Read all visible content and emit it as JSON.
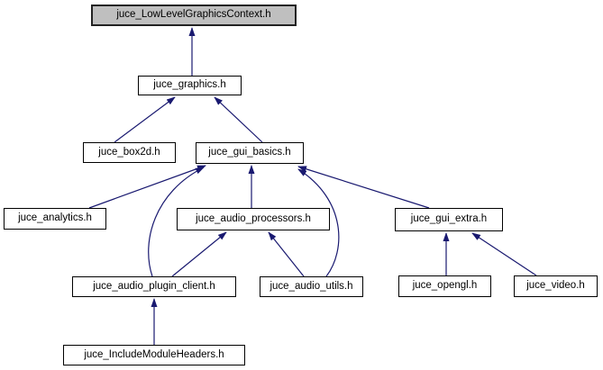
{
  "graph": {
    "type": "include-dependency-graph",
    "background_color": "#ffffff",
    "edge_color": "#191970",
    "node_fill": "#ffffff",
    "node_border_color": "#000000",
    "highlight_node_fill": "#bfbfbf",
    "nodes": [
      {
        "label": "juce_LowLevelGraphicsContext.h",
        "highlight": true
      },
      {
        "label": "juce_graphics.h",
        "highlight": false
      },
      {
        "label": "juce_box2d.h",
        "highlight": false
      },
      {
        "label": "juce_gui_basics.h",
        "highlight": false
      },
      {
        "label": "juce_analytics.h",
        "highlight": false
      },
      {
        "label": "juce_audio_processors.h",
        "highlight": false
      },
      {
        "label": "juce_gui_extra.h",
        "highlight": false
      },
      {
        "label": "juce_audio_plugin_client.h",
        "highlight": false
      },
      {
        "label": "juce_audio_utils.h",
        "highlight": false
      },
      {
        "label": "juce_opengl.h",
        "highlight": false
      },
      {
        "label": "juce_video.h",
        "highlight": false
      },
      {
        "label": "juce_IncludeModuleHeaders.h",
        "highlight": false
      }
    ],
    "edges": [
      {
        "from": "juce_graphics.h",
        "to": "juce_LowLevelGraphicsContext.h"
      },
      {
        "from": "juce_box2d.h",
        "to": "juce_graphics.h"
      },
      {
        "from": "juce_gui_basics.h",
        "to": "juce_graphics.h"
      },
      {
        "from": "juce_analytics.h",
        "to": "juce_gui_basics.h"
      },
      {
        "from": "juce_audio_processors.h",
        "to": "juce_gui_basics.h"
      },
      {
        "from": "juce_gui_extra.h",
        "to": "juce_gui_basics.h"
      },
      {
        "from": "juce_audio_plugin_client.h",
        "to": "juce_gui_basics.h"
      },
      {
        "from": "juce_audio_utils.h",
        "to": "juce_gui_basics.h"
      },
      {
        "from": "juce_audio_plugin_client.h",
        "to": "juce_audio_processors.h"
      },
      {
        "from": "juce_audio_utils.h",
        "to": "juce_audio_processors.h"
      },
      {
        "from": "juce_opengl.h",
        "to": "juce_gui_extra.h"
      },
      {
        "from": "juce_video.h",
        "to": "juce_gui_extra.h"
      },
      {
        "from": "juce_IncludeModuleHeaders.h",
        "to": "juce_audio_plugin_client.h"
      }
    ]
  }
}
